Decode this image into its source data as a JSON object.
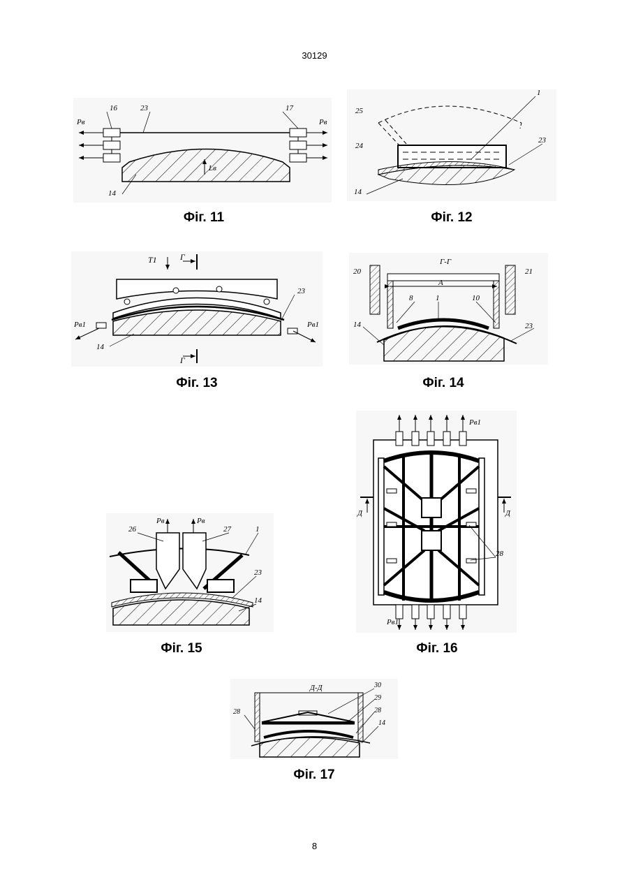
{
  "header": {
    "page_code": "30129"
  },
  "footer": {
    "page_number": "8"
  },
  "figures": [
    {
      "caption": "Фіг. 11",
      "labels": [
        "16",
        "23",
        "17",
        "Pв",
        "Pв",
        "Lв",
        "14"
      ]
    },
    {
      "caption": "Фіг. 12",
      "labels": [
        "1",
        "25",
        "24",
        "23",
        "14"
      ]
    },
    {
      "caption": "Фіг. 13",
      "labels": [
        "T1",
        "Г",
        "Г",
        "23",
        "Pв1",
        "Pв1",
        "14"
      ]
    },
    {
      "caption": "Фіг. 14",
      "labels": [
        "Г-Г",
        "20",
        "21",
        "A",
        "8",
        "1",
        "10",
        "14",
        "23"
      ]
    },
    {
      "caption": "Фіг. 15",
      "labels": [
        "26",
        "27",
        "Pв",
        "Pв",
        "1",
        "23",
        "14"
      ]
    },
    {
      "caption": "Фіг. 16",
      "labels": [
        "Pв1",
        "Pв1",
        "Д",
        "Д",
        "28"
      ]
    },
    {
      "caption": "Фіг. 17",
      "labels": [
        "Д-Д",
        "30",
        "29",
        "28",
        "28",
        "14"
      ]
    }
  ]
}
